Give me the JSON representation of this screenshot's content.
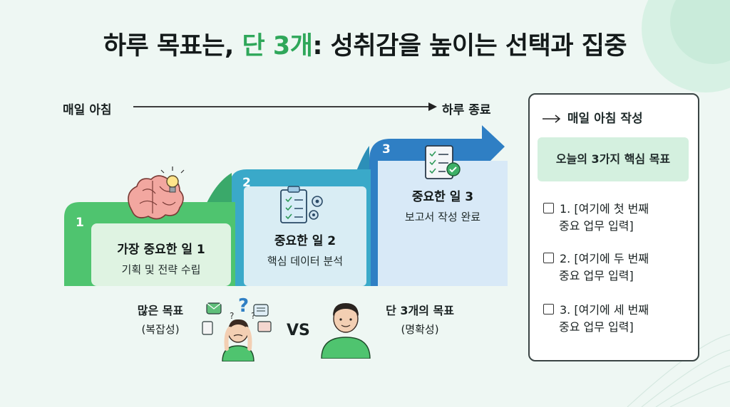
{
  "title": {
    "prefix": "하루 목표는, ",
    "accent": "단 3개",
    "suffix": ": 성취감을 높이는 선택과 집중"
  },
  "timeline": {
    "start_label": "매일 아침",
    "end_label": "하루 종료"
  },
  "steps": [
    {
      "number": "1",
      "title": "가장 중요한 일 1",
      "subtitle": "기획 및 전략 수립",
      "icon": "brain-lightbulb-icon",
      "color": "#4fc46f"
    },
    {
      "number": "2",
      "title": "중요한 일 2",
      "subtitle": "핵심 데이터 분석",
      "icon": "clipboard-gear-icon",
      "color": "#3aa9c9"
    },
    {
      "number": "3",
      "title": "중요한 일 3",
      "subtitle": "보고서 작성 완료",
      "icon": "checklist-check-icon",
      "color": "#2f7fc4"
    }
  ],
  "comparison": {
    "left_title": "많은 목표",
    "left_sub": "(복잡성)",
    "vs": "VS",
    "right_title": "단 3개의 목표",
    "right_sub": "(명확성)"
  },
  "panel": {
    "header": "매일 아침 작성",
    "core": "오늘의 3가지 핵심 목표",
    "items": [
      {
        "line1": "1. [여기에 첫 번째",
        "line2": "중요 업무 입력]"
      },
      {
        "line1": "2. [여기에 두 번째",
        "line2": "중요 업무 입력]"
      },
      {
        "line1": "3. [여기에 세 번째",
        "line2": "중요 업무 입력]"
      }
    ]
  },
  "colors": {
    "accent_green": "#2fa75a",
    "step1_green": "#4fc46f",
    "step2_teal": "#3aa9c9",
    "step3_blue": "#2f7fc4",
    "panel_core_bg": "#d4f0df"
  }
}
